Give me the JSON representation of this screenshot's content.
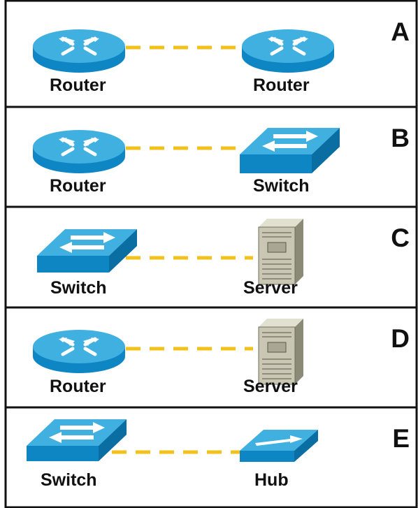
{
  "rows": [
    {
      "letter": "A",
      "left": {
        "kind": "router",
        "label": "Router"
      },
      "right": {
        "kind": "router",
        "label": "Router"
      }
    },
    {
      "letter": "B",
      "left": {
        "kind": "router",
        "label": "Router"
      },
      "right": {
        "kind": "switch",
        "label": "Switch"
      }
    },
    {
      "letter": "C",
      "left": {
        "kind": "switch",
        "label": "Switch"
      },
      "right": {
        "kind": "server",
        "label": "Server"
      }
    },
    {
      "letter": "D",
      "left": {
        "kind": "router",
        "label": "Router"
      },
      "right": {
        "kind": "server",
        "label": "Server"
      }
    },
    {
      "letter": "E",
      "left": {
        "kind": "switch",
        "label": "Switch"
      },
      "right": {
        "kind": "hub",
        "label": "Hub"
      }
    }
  ],
  "colors": {
    "device_blue_top": "#3fb0e0",
    "device_blue_side": "#0f86c4",
    "server_body": "#c9c7b3",
    "server_dark": "#8b8a77",
    "link": "#f2c21b",
    "border": "#111111"
  }
}
